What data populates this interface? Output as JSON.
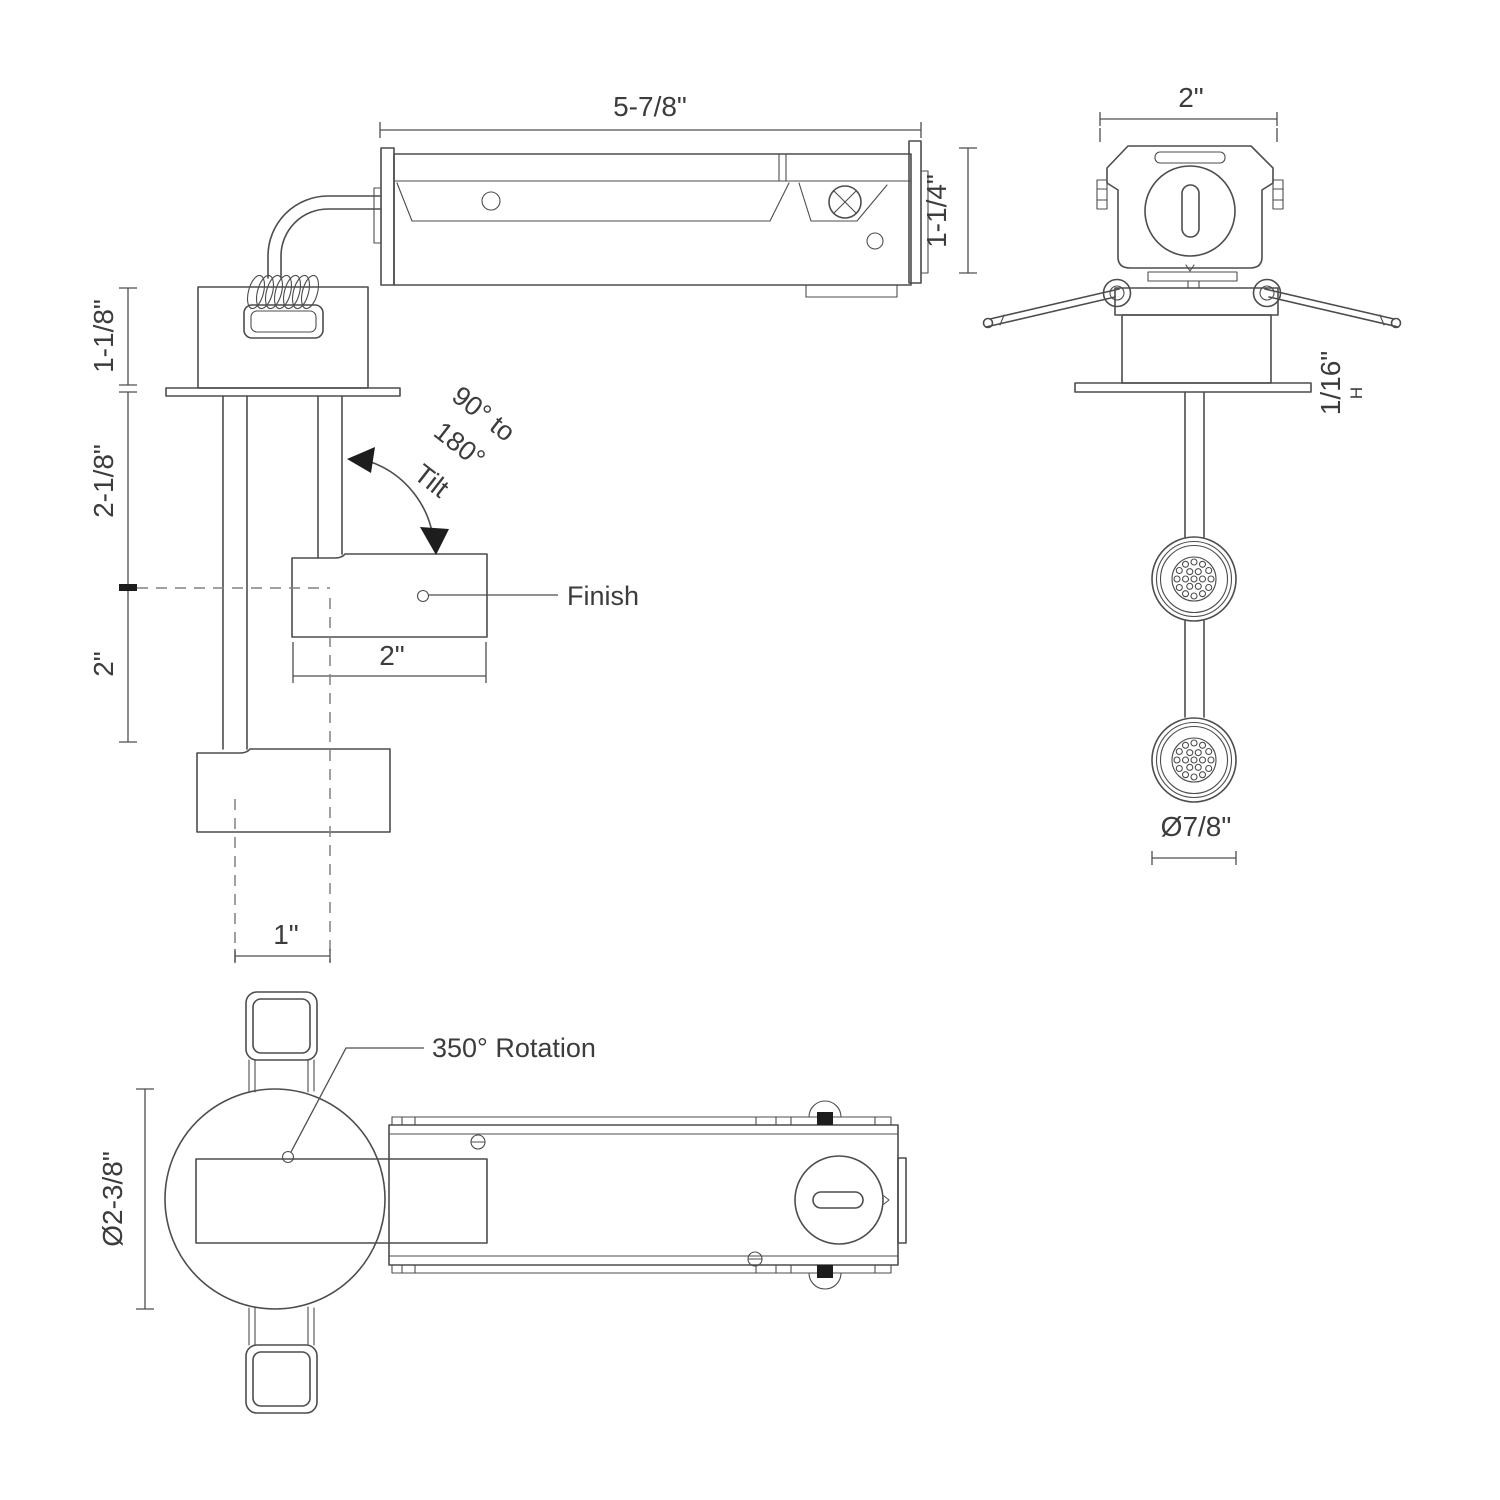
{
  "drawing": {
    "side_view": {
      "box_width": "5-7/8\"",
      "recess_height": "1-1/8\"",
      "stem_length": "2-1/8\"",
      "head_drop": "2\"",
      "head_width": "2\"",
      "axis_offset": "1\"",
      "tilt_range_line1": "90° to",
      "tilt_range_line2": "180°",
      "tilt_label": "Tilt",
      "finish_label": "Finish"
    },
    "front_view": {
      "width": "2\"",
      "box_height": "1-1/4\"",
      "trim_reveal": "1/16\"",
      "trim_reveal_suffix": "H",
      "head_diameter": "Ø7/8\""
    },
    "plan_view": {
      "rotation_label": "350° Rotation",
      "trim_diameter": "Ø2-3/8\""
    },
    "line_color": "#4d4d4d",
    "dash_color": "#818181",
    "text_color": "#3c3c3c"
  }
}
